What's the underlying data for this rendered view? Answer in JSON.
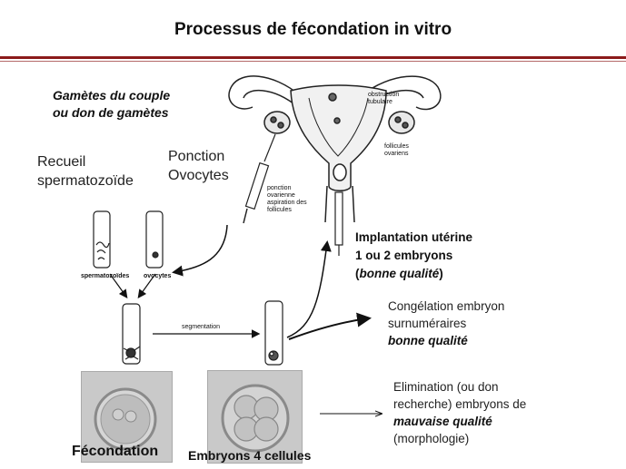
{
  "title": "Processus de fécondation in vitro",
  "gametes": [
    "Gamètes du couple",
    "ou don de gamètes"
  ],
  "recueil": [
    "Recueil",
    "spermatozoïde"
  ],
  "ponction": [
    "Ponction",
    "Ovocytes"
  ],
  "uterus_labels": {
    "obstruction": [
      "obstruction",
      "tubulaire"
    ],
    "follicules": [
      "follicules",
      "ovariens"
    ],
    "ponction_ovarienne": [
      "ponction",
      "ovarienne",
      "aspiration des",
      "follicules"
    ]
  },
  "tubes": {
    "spermatozoides": "spermatozoïdes",
    "ovocytes": "ovocytes",
    "segmentation": "segmentation"
  },
  "implantation": {
    "line1": "Implantation utérine",
    "line2": "1 ou 2 embryons",
    "paren_open": "(",
    "quality": "bonne qualité",
    "paren_close": ")"
  },
  "congelation": {
    "line1": "Congélation embryon",
    "line2": "surnuméraires",
    "quality": "bonne qualité"
  },
  "elimination": {
    "line1": "Elimination (ou don",
    "line2": "recherche) embryons de",
    "quality": "mauvaise qualité",
    "line4": "(morphologie)"
  },
  "photo_captions": {
    "fecondation": "Fécondation",
    "embryons": "Embryons 4 cellules"
  },
  "colors": {
    "title_rule": "#8b1a1a",
    "photo_background": "#c9c9c9"
  }
}
